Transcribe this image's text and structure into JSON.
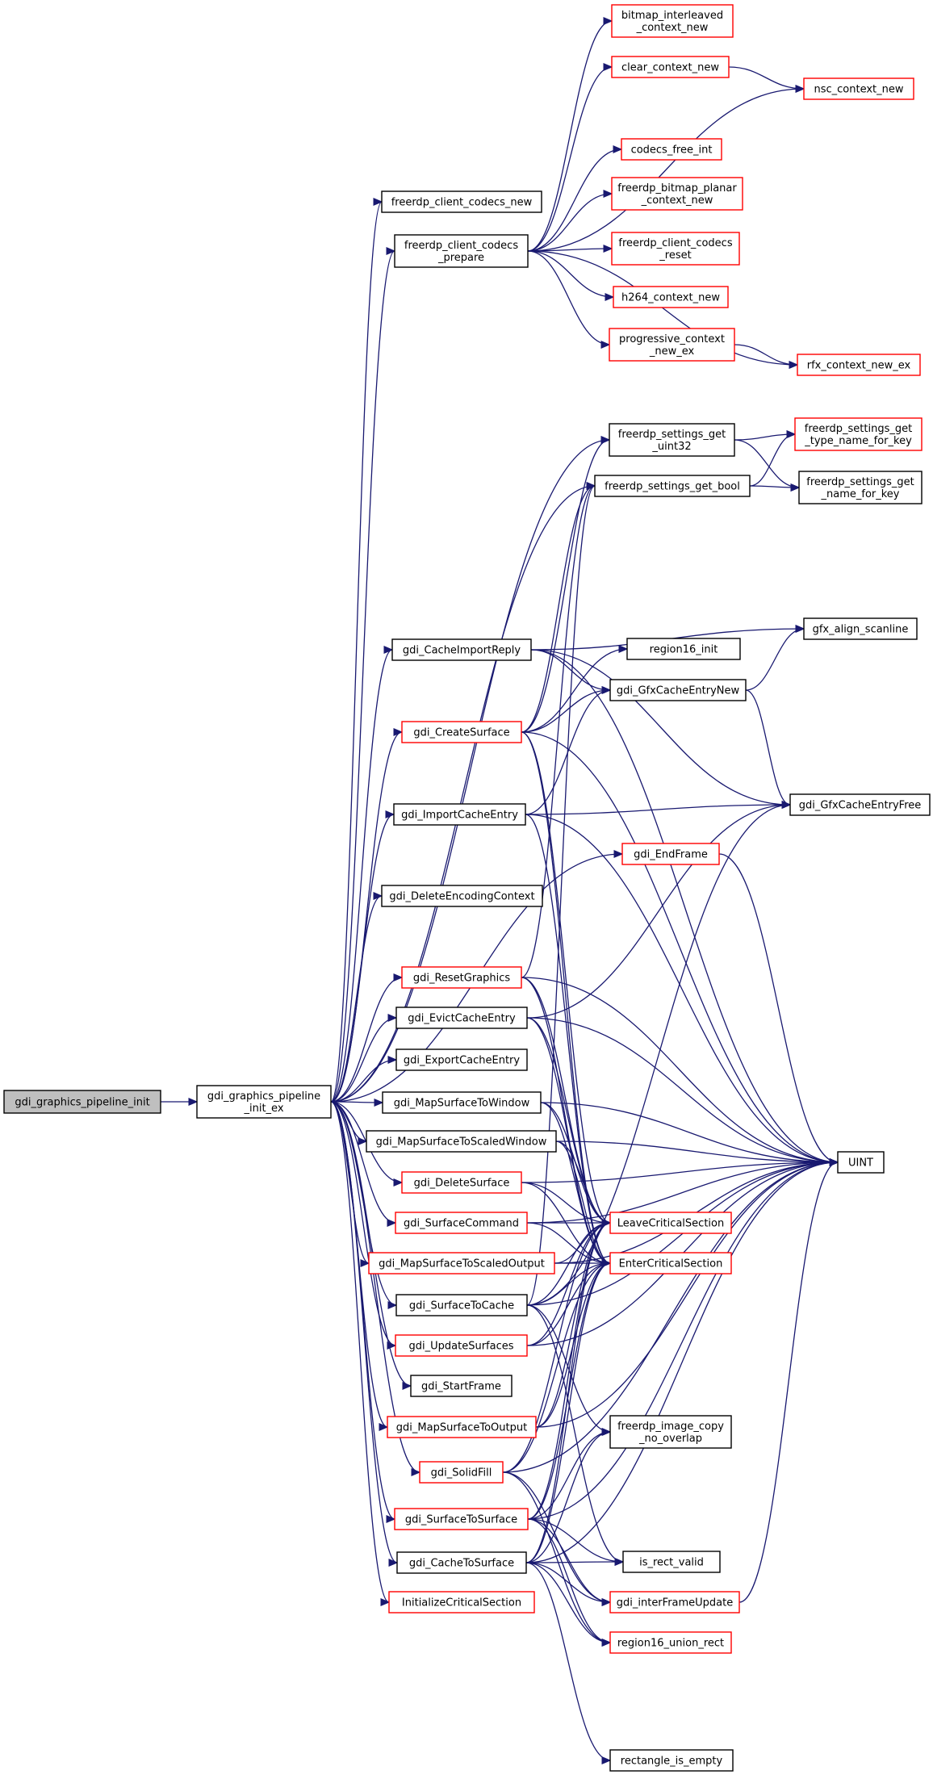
{
  "graph": {
    "colors": {
      "edge": "#191970",
      "root_fill": "#bfbfbf",
      "root_border": "#000000",
      "plain_border": "#000000",
      "red_border": "#ff0000",
      "node_fill": "#ffffff"
    },
    "nodes": [
      {
        "id": "root",
        "lines": [
          "gdi_graphics_pipeline_init"
        ],
        "style": "root"
      },
      {
        "id": "ex",
        "lines": [
          "gdi_graphics_pipeline",
          "_init_ex"
        ],
        "style": "plain"
      },
      {
        "id": "codecs_new",
        "lines": [
          "freerdp_client_codecs_new"
        ],
        "style": "plain"
      },
      {
        "id": "codecs_prepare",
        "lines": [
          "freerdp_client_codecs",
          "_prepare"
        ],
        "style": "plain"
      },
      {
        "id": "bitmap_interleaved",
        "lines": [
          "bitmap_interleaved",
          "_context_new"
        ],
        "style": "red"
      },
      {
        "id": "clear_context",
        "lines": [
          "clear_context_new"
        ],
        "style": "red"
      },
      {
        "id": "nsc_context",
        "lines": [
          "nsc_context_new"
        ],
        "style": "red"
      },
      {
        "id": "codecs_free",
        "lines": [
          "codecs_free_int"
        ],
        "style": "red"
      },
      {
        "id": "bitmap_planar",
        "lines": [
          "freerdp_bitmap_planar",
          "_context_new"
        ],
        "style": "red"
      },
      {
        "id": "codecs_reset",
        "lines": [
          "freerdp_client_codecs",
          "_reset"
        ],
        "style": "red"
      },
      {
        "id": "h264",
        "lines": [
          "h264_context_new"
        ],
        "style": "red"
      },
      {
        "id": "progressive",
        "lines": [
          "progressive_context",
          "_new_ex"
        ],
        "style": "red"
      },
      {
        "id": "rfx",
        "lines": [
          "rfx_context_new_ex"
        ],
        "style": "red"
      },
      {
        "id": "get_uint32",
        "lines": [
          "freerdp_settings_get",
          "_uint32"
        ],
        "style": "plain"
      },
      {
        "id": "get_bool",
        "lines": [
          "freerdp_settings_get_bool"
        ],
        "style": "plain"
      },
      {
        "id": "type_name",
        "lines": [
          "freerdp_settings_get",
          "_type_name_for_key"
        ],
        "style": "red"
      },
      {
        "id": "name_for_key",
        "lines": [
          "freerdp_settings_get",
          "_name_for_key"
        ],
        "style": "plain"
      },
      {
        "id": "cache_import_reply",
        "lines": [
          "gdi_CacheImportReply"
        ],
        "style": "plain"
      },
      {
        "id": "region16_init",
        "lines": [
          "region16_init"
        ],
        "style": "plain"
      },
      {
        "id": "gfx_align",
        "lines": [
          "gfx_align_scanline"
        ],
        "style": "plain"
      },
      {
        "id": "cache_entry_new",
        "lines": [
          "gdi_GfxCacheEntryNew"
        ],
        "style": "plain"
      },
      {
        "id": "create_surface",
        "lines": [
          "gdi_CreateSurface"
        ],
        "style": "red"
      },
      {
        "id": "cache_entry_free",
        "lines": [
          "gdi_GfxCacheEntryFree"
        ],
        "style": "plain"
      },
      {
        "id": "import_cache",
        "lines": [
          "gdi_ImportCacheEntry"
        ],
        "style": "plain"
      },
      {
        "id": "end_frame",
        "lines": [
          "gdi_EndFrame"
        ],
        "style": "red"
      },
      {
        "id": "delete_encoding",
        "lines": [
          "gdi_DeleteEncodingContext"
        ],
        "style": "plain"
      },
      {
        "id": "reset_graphics",
        "lines": [
          "gdi_ResetGraphics"
        ],
        "style": "red"
      },
      {
        "id": "evict_cache",
        "lines": [
          "gdi_EvictCacheEntry"
        ],
        "style": "plain"
      },
      {
        "id": "export_cache",
        "lines": [
          "gdi_ExportCacheEntry"
        ],
        "style": "plain"
      },
      {
        "id": "map_window",
        "lines": [
          "gdi_MapSurfaceToWindow"
        ],
        "style": "plain"
      },
      {
        "id": "map_scaled_window",
        "lines": [
          "gdi_MapSurfaceToScaledWindow"
        ],
        "style": "plain"
      },
      {
        "id": "uint",
        "lines": [
          "UINT"
        ],
        "style": "plain"
      },
      {
        "id": "delete_surface",
        "lines": [
          "gdi_DeleteSurface"
        ],
        "style": "red"
      },
      {
        "id": "surface_command",
        "lines": [
          "gdi_SurfaceCommand"
        ],
        "style": "red"
      },
      {
        "id": "leave_cs",
        "lines": [
          "LeaveCriticalSection"
        ],
        "style": "red"
      },
      {
        "id": "map_scaled_output",
        "lines": [
          "gdi_MapSurfaceToScaledOutput"
        ],
        "style": "red"
      },
      {
        "id": "enter_cs",
        "lines": [
          "EnterCriticalSection"
        ],
        "style": "red"
      },
      {
        "id": "surface_to_cache",
        "lines": [
          "gdi_SurfaceToCache"
        ],
        "style": "plain"
      },
      {
        "id": "update_surfaces",
        "lines": [
          "gdi_UpdateSurfaces"
        ],
        "style": "red"
      },
      {
        "id": "start_frame",
        "lines": [
          "gdi_StartFrame"
        ],
        "style": "plain"
      },
      {
        "id": "map_output",
        "lines": [
          "gdi_MapSurfaceToOutput"
        ],
        "style": "red"
      },
      {
        "id": "image_copy",
        "lines": [
          "freerdp_image_copy",
          "_no_overlap"
        ],
        "style": "plain"
      },
      {
        "id": "solid_fill",
        "lines": [
          "gdi_SolidFill"
        ],
        "style": "red"
      },
      {
        "id": "surface_to_surface",
        "lines": [
          "gdi_SurfaceToSurface"
        ],
        "style": "red"
      },
      {
        "id": "is_rect_valid",
        "lines": [
          "is_rect_valid"
        ],
        "style": "plain"
      },
      {
        "id": "cache_to_surface",
        "lines": [
          "gdi_CacheToSurface"
        ],
        "style": "plain"
      },
      {
        "id": "inter_frame",
        "lines": [
          "gdi_interFrameUpdate"
        ],
        "style": "red"
      },
      {
        "id": "init_cs",
        "lines": [
          "InitializeCriticalSection"
        ],
        "style": "red"
      },
      {
        "id": "region16_union",
        "lines": [
          "region16_union_rect"
        ],
        "style": "red"
      },
      {
        "id": "rect_empty",
        "lines": [
          "rectangle_is_empty"
        ],
        "style": "plain"
      }
    ],
    "edges": [
      [
        "root",
        "ex"
      ],
      [
        "ex",
        "codecs_new"
      ],
      [
        "ex",
        "codecs_prepare"
      ],
      [
        "ex",
        "get_uint32"
      ],
      [
        "ex",
        "get_bool"
      ],
      [
        "ex",
        "cache_import_reply"
      ],
      [
        "ex",
        "create_surface"
      ],
      [
        "ex",
        "import_cache"
      ],
      [
        "ex",
        "end_frame"
      ],
      [
        "ex",
        "delete_encoding"
      ],
      [
        "ex",
        "reset_graphics"
      ],
      [
        "ex",
        "evict_cache"
      ],
      [
        "ex",
        "export_cache"
      ],
      [
        "ex",
        "map_window"
      ],
      [
        "ex",
        "map_scaled_window"
      ],
      [
        "ex",
        "delete_surface"
      ],
      [
        "ex",
        "surface_command"
      ],
      [
        "ex",
        "map_scaled_output"
      ],
      [
        "ex",
        "surface_to_cache"
      ],
      [
        "ex",
        "update_surfaces"
      ],
      [
        "ex",
        "start_frame"
      ],
      [
        "ex",
        "map_output"
      ],
      [
        "ex",
        "solid_fill"
      ],
      [
        "ex",
        "surface_to_surface"
      ],
      [
        "ex",
        "cache_to_surface"
      ],
      [
        "ex",
        "init_cs"
      ],
      [
        "codecs_prepare",
        "bitmap_interleaved"
      ],
      [
        "codecs_prepare",
        "clear_context"
      ],
      [
        "codecs_prepare",
        "nsc_context"
      ],
      [
        "codecs_prepare",
        "codecs_free"
      ],
      [
        "codecs_prepare",
        "bitmap_planar"
      ],
      [
        "codecs_prepare",
        "codecs_reset"
      ],
      [
        "codecs_prepare",
        "h264"
      ],
      [
        "codecs_prepare",
        "progressive"
      ],
      [
        "codecs_prepare",
        "rfx"
      ],
      [
        "clear_context",
        "nsc_context"
      ],
      [
        "progressive",
        "rfx"
      ],
      [
        "get_uint32",
        "type_name"
      ],
      [
        "get_uint32",
        "name_for_key"
      ],
      [
        "get_bool",
        "type_name"
      ],
      [
        "get_bool",
        "name_for_key"
      ],
      [
        "cache_import_reply",
        "cache_entry_new"
      ],
      [
        "cache_import_reply",
        "cache_entry_free"
      ],
      [
        "cache_import_reply",
        "uint"
      ],
      [
        "cache_import_reply",
        "gfx_align"
      ],
      [
        "cache_entry_new",
        "gfx_align"
      ],
      [
        "cache_entry_new",
        "cache_entry_free"
      ],
      [
        "create_surface",
        "get_bool"
      ],
      [
        "create_surface",
        "get_uint32"
      ],
      [
        "create_surface",
        "region16_init"
      ],
      [
        "create_surface",
        "uint"
      ],
      [
        "create_surface",
        "leave_cs"
      ],
      [
        "create_surface",
        "enter_cs"
      ],
      [
        "create_surface",
        "cache_entry_new"
      ],
      [
        "import_cache",
        "cache_entry_new"
      ],
      [
        "import_cache",
        "cache_entry_free"
      ],
      [
        "import_cache",
        "uint"
      ],
      [
        "import_cache",
        "enter_cs"
      ],
      [
        "end_frame",
        "uint"
      ],
      [
        "reset_graphics",
        "get_bool"
      ],
      [
        "reset_graphics",
        "uint"
      ],
      [
        "reset_graphics",
        "leave_cs"
      ],
      [
        "reset_graphics",
        "enter_cs"
      ],
      [
        "evict_cache",
        "cache_entry_free"
      ],
      [
        "evict_cache",
        "uint"
      ],
      [
        "evict_cache",
        "leave_cs"
      ],
      [
        "evict_cache",
        "enter_cs"
      ],
      [
        "map_window",
        "uint"
      ],
      [
        "map_window",
        "leave_cs"
      ],
      [
        "map_window",
        "enter_cs"
      ],
      [
        "map_scaled_window",
        "uint"
      ],
      [
        "map_scaled_window",
        "leave_cs"
      ],
      [
        "map_scaled_window",
        "enter_cs"
      ],
      [
        "delete_surface",
        "uint"
      ],
      [
        "delete_surface",
        "leave_cs"
      ],
      [
        "delete_surface",
        "enter_cs"
      ],
      [
        "surface_command",
        "leave_cs"
      ],
      [
        "surface_command",
        "enter_cs"
      ],
      [
        "surface_command",
        "uint"
      ],
      [
        "map_scaled_output",
        "leave_cs"
      ],
      [
        "map_scaled_output",
        "enter_cs"
      ],
      [
        "map_scaled_output",
        "uint"
      ],
      [
        "surface_to_cache",
        "get_bool"
      ],
      [
        "surface_to_cache",
        "cache_entry_free"
      ],
      [
        "surface_to_cache",
        "uint"
      ],
      [
        "surface_to_cache",
        "leave_cs"
      ],
      [
        "surface_to_cache",
        "enter_cs"
      ],
      [
        "surface_to_cache",
        "image_copy"
      ],
      [
        "surface_to_cache",
        "is_rect_valid"
      ],
      [
        "update_surfaces",
        "uint"
      ],
      [
        "update_surfaces",
        "leave_cs"
      ],
      [
        "update_surfaces",
        "enter_cs"
      ],
      [
        "map_output",
        "uint"
      ],
      [
        "map_output",
        "leave_cs"
      ],
      [
        "map_output",
        "enter_cs"
      ],
      [
        "solid_fill",
        "uint"
      ],
      [
        "solid_fill",
        "leave_cs"
      ],
      [
        "solid_fill",
        "enter_cs"
      ],
      [
        "solid_fill",
        "inter_frame"
      ],
      [
        "solid_fill",
        "region16_union"
      ],
      [
        "surface_to_surface",
        "uint"
      ],
      [
        "surface_to_surface",
        "leave_cs"
      ],
      [
        "surface_to_surface",
        "enter_cs"
      ],
      [
        "surface_to_surface",
        "image_copy"
      ],
      [
        "surface_to_surface",
        "is_rect_valid"
      ],
      [
        "surface_to_surface",
        "inter_frame"
      ],
      [
        "surface_to_surface",
        "region16_union"
      ],
      [
        "cache_to_surface",
        "uint"
      ],
      [
        "cache_to_surface",
        "leave_cs"
      ],
      [
        "cache_to_surface",
        "enter_cs"
      ],
      [
        "cache_to_surface",
        "image_copy"
      ],
      [
        "cache_to_surface",
        "is_rect_valid"
      ],
      [
        "cache_to_surface",
        "inter_frame"
      ],
      [
        "cache_to_surface",
        "region16_union"
      ],
      [
        "cache_to_surface",
        "rect_empty"
      ],
      [
        "inter_frame",
        "uint"
      ]
    ]
  }
}
